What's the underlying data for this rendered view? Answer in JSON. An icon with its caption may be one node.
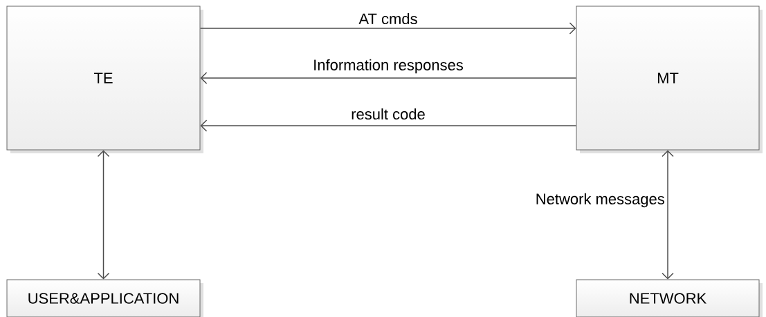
{
  "diagram": {
    "nodes": [
      {
        "text": [
          "TE"
        ]
      },
      {
        "text": [
          "MT"
        ]
      },
      {
        "text": [
          "USER&APPLICATION"
        ]
      },
      {
        "text": [
          "NETWORK"
        ]
      }
    ],
    "edges": [
      {
        "from": 0,
        "to": 1,
        "arrow": "to",
        "label": "AT cmds"
      },
      {
        "from": 1,
        "to": 0,
        "arrow": "to",
        "label": "Information responses"
      },
      {
        "from": 1,
        "to": 0,
        "arrow": "to",
        "label": "result code"
      },
      {
        "from": 0,
        "to": 2,
        "arrow": "both"
      },
      {
        "from": 1,
        "to": 3,
        "arrow": "both",
        "label": "Network messages"
      }
    ]
  }
}
